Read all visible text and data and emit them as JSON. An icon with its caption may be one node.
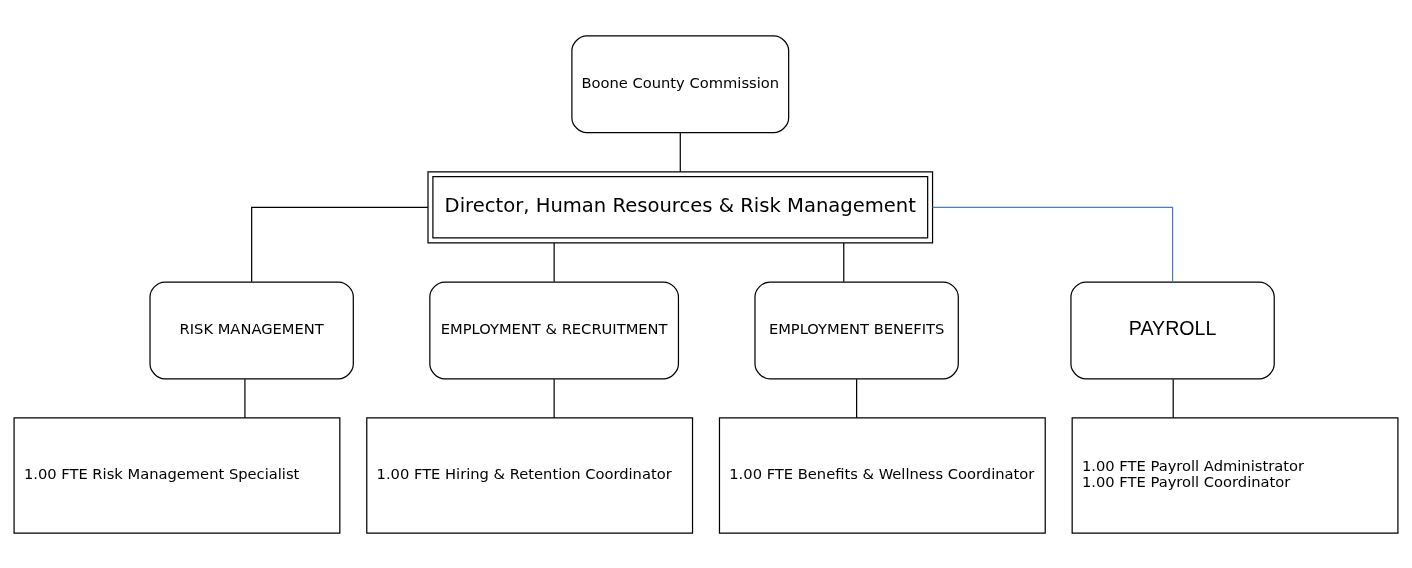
{
  "diagram": {
    "nodes": [
      {
        "text": [
          "Boone County Commission"
        ]
      },
      {
        "text": [
          "Director, Human Resources & Risk Management"
        ]
      },
      {
        "text": [
          "RISK MANAGEMENT"
        ]
      },
      {
        "text": [
          "EMPLOYMENT & RECRUITMENT"
        ]
      },
      {
        "text": [
          "EMPLOYMENT BENEFITS"
        ]
      },
      {
        "text": [
          "PAYROLL"
        ]
      },
      {
        "text": [
          "1.00 FTE Risk Management Specialist"
        ]
      },
      {
        "text": [
          "1.00 FTE Hiring & Retention Coordinator"
        ]
      },
      {
        "text": [
          "1.00 FTE Benefits & Wellness Coordinator"
        ]
      },
      {
        "text": [
          "1.00 FTE Payroll Administrator",
          "1.00 FTE Payroll Coordinator"
        ]
      }
    ],
    "edges": [
      {
        "from": 0,
        "to": 1,
        "arrow": "none"
      },
      {
        "from": 1,
        "to": 2,
        "arrow": "none"
      },
      {
        "from": 1,
        "to": 3,
        "arrow": "none"
      },
      {
        "from": 1,
        "to": 4,
        "arrow": "none"
      },
      {
        "from": 1,
        "to": 5,
        "arrow": "none",
        "color": "#4a7cc4"
      },
      {
        "from": 2,
        "to": 6,
        "arrow": "none"
      },
      {
        "from": 3,
        "to": 7,
        "arrow": "none"
      },
      {
        "from": 4,
        "to": 8,
        "arrow": "none"
      },
      {
        "from": 5,
        "to": 9,
        "arrow": "none"
      }
    ]
  }
}
